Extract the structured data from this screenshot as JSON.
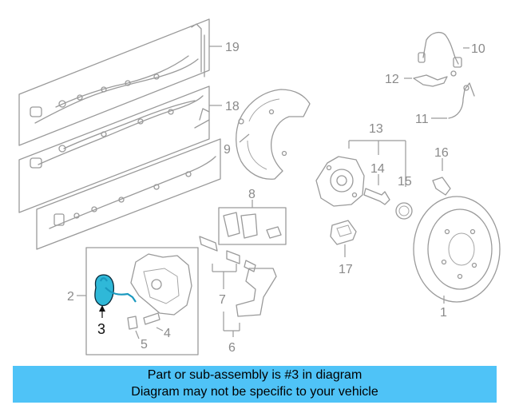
{
  "callouts": [
    "1",
    "2",
    "3",
    "4",
    "5",
    "6",
    "7",
    "8",
    "9",
    "10",
    "11",
    "12",
    "13",
    "14",
    "15",
    "16",
    "17",
    "18",
    "19"
  ],
  "highlight_color": "#4fc3f7",
  "highlight_part": "3",
  "banner": {
    "line1": "Part or sub-assembly is #3 in diagram",
    "line2": "Diagram may not be specific to your vehicle"
  }
}
